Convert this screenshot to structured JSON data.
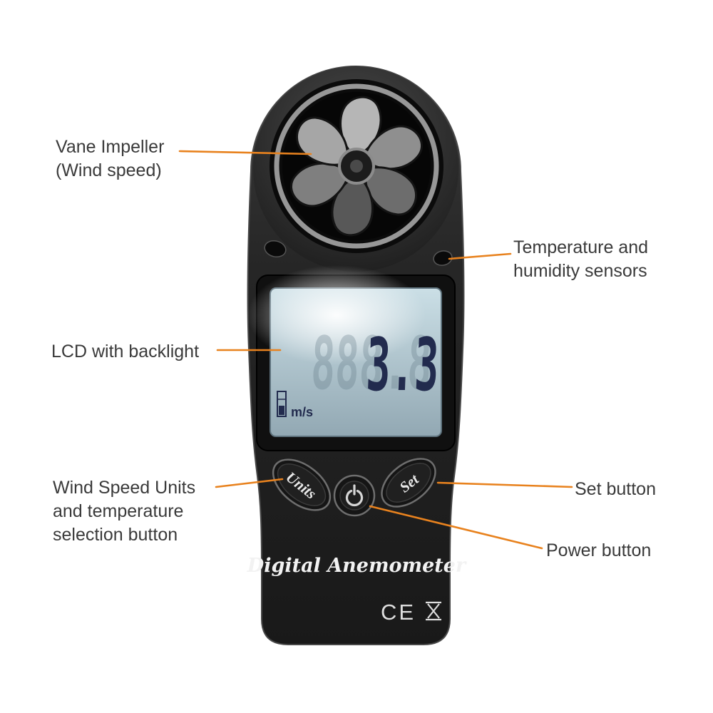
{
  "callouts": {
    "vane_impeller": {
      "line1": "Vane Impeller",
      "line2": "(Wind speed)"
    },
    "sensors": {
      "line1": "Temperature and",
      "line2": "humidity sensors"
    },
    "lcd": {
      "line1": "LCD with backlight"
    },
    "units_button": {
      "line1": "Wind Speed Units",
      "line2": "and temperature",
      "line3": "selection button"
    },
    "set_button": {
      "line1": "Set button"
    },
    "power_button": {
      "line1": "Power button"
    }
  },
  "device": {
    "lcd": {
      "reading": "3.3",
      "ghost_digits": "888.8",
      "unit": "m/s"
    },
    "buttons": {
      "units": "Units",
      "set": "Set"
    },
    "brand": "Digital Anemometer",
    "ce_mark": "CE"
  },
  "colors": {
    "callout_line": "#E8821E",
    "label_text": "#3A3A3A",
    "device_body": "#232323",
    "lcd_background": "#B7CBD2",
    "lcd_digit": "#222B4E"
  }
}
